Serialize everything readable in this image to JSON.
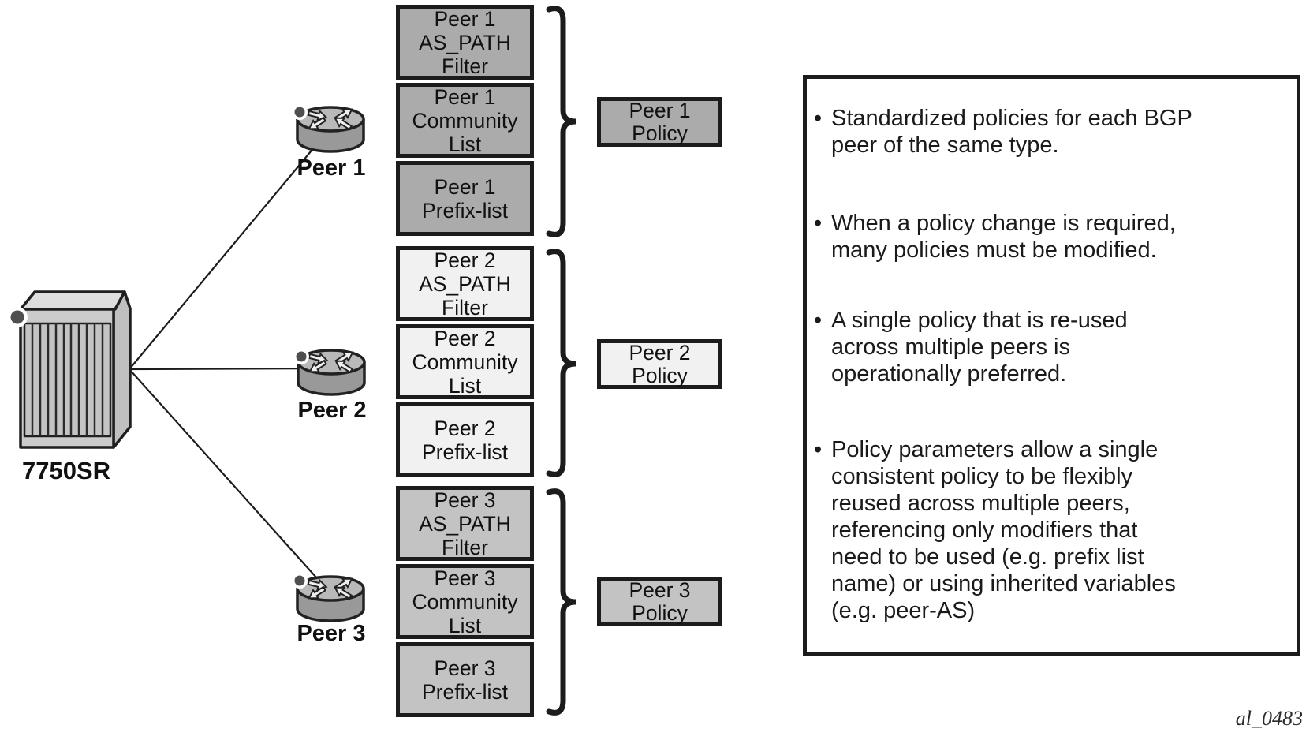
{
  "device": {
    "label": "7750SR"
  },
  "peers": [
    {
      "label": "Peer 1"
    },
    {
      "label": "Peer 2"
    },
    {
      "label": "Peer 3"
    }
  ],
  "groups": [
    {
      "filters": [
        "Peer 1\nAS_PATH\nFilter",
        "Peer 1\nCommunity\nList",
        "Peer 1\nPrefix-list"
      ],
      "policy": "Peer 1\nPolicy",
      "fill": "#ababab"
    },
    {
      "filters": [
        "Peer 2\nAS_PATH\nFilter",
        "Peer 2\nCommunity\nList",
        "Peer 2\nPrefix-list"
      ],
      "policy": "Peer 2\nPolicy",
      "fill": "#f1f1f1"
    },
    {
      "filters": [
        "Peer 3\nAS_PATH\nFilter",
        "Peer 3\nCommunity\nList",
        "Peer 3\nPrefix-list"
      ],
      "policy": "Peer 3\nPolicy",
      "fill": "#c3c3c3"
    }
  ],
  "notes": {
    "bullet_glyph": "•",
    "bullets": [
      "Standardized policies for each BGP\npeer of the same type.",
      "When a policy change is required,\nmany policies must be modified.",
      "A single policy that is re-used\nacross multiple peers is\noperationally preferred.",
      "Policy parameters allow a single\nconsistent policy to be flexibly\nreused across multiple peers,\nreferencing only modifiers that\nneed to be used (e.g. prefix list\nname) or using inherited variables\n(e.g. peer-AS)"
    ]
  },
  "caption": "al_0483",
  "colors": {
    "box_border": "#1c1c1c",
    "group1_fill": "#ababab",
    "group2_fill": "#f1f1f1",
    "group3_fill": "#c3c3c3",
    "connection_line": "#1c1c1c",
    "router_body": "#999999",
    "router_top": "#b9b9b9"
  }
}
